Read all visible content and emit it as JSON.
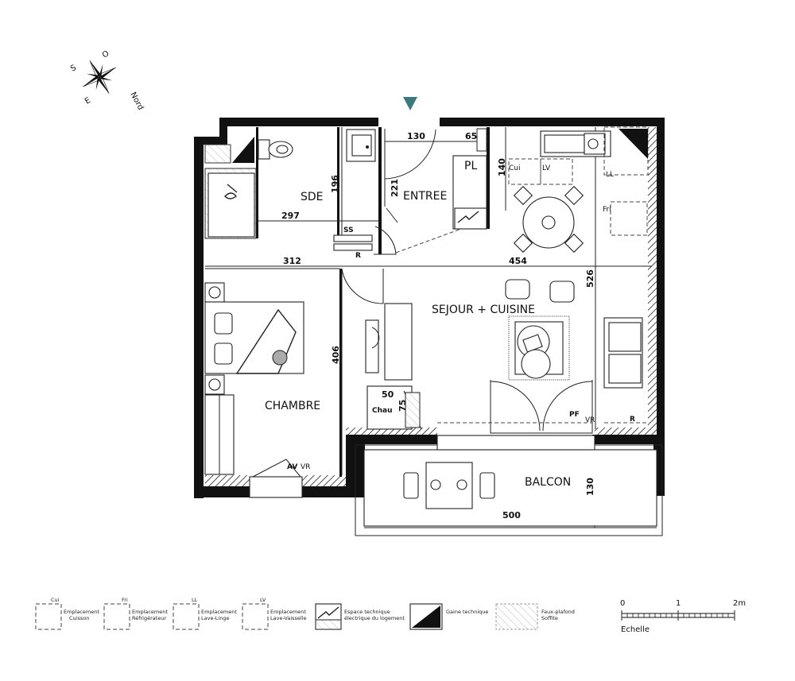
{
  "compass": {
    "n": "Nord",
    "s": "S",
    "e": "E",
    "o": "O"
  },
  "accent_color": "#3a7a7c",
  "rooms": {
    "sde": "SDE",
    "entree": "ENTREE",
    "pl": "PL",
    "sejour": "SEJOUR + CUISINE",
    "chambre": "CHAMBRE",
    "balcon": "BALCON"
  },
  "dimensions": {
    "d130_top": "130",
    "d65": "65",
    "d196": "196",
    "d221": "221",
    "d140": "140",
    "d297": "297",
    "d312": "312",
    "d454": "454",
    "d526": "526",
    "d406": "406",
    "d50": "50",
    "d75": "75",
    "d500": "500",
    "d130_balcon": "130"
  },
  "tags": {
    "cui": "Cui",
    "lv": "LV",
    "ll": "LL",
    "fri": "Fri",
    "ss": "SS",
    "r1": "R",
    "r2": "R",
    "pf": "PF",
    "vr1": "VR",
    "vr2": "VR",
    "av": "AV",
    "chau": "Chau"
  },
  "legend": [
    {
      "code": "Cui",
      "line1": "Emplacement",
      "line2": "Cuisson",
      "icon": "dashed-box-icon"
    },
    {
      "code": "Fri",
      "line1": "Emplacement",
      "line2": "Réfrigérateur",
      "icon": "dashed-box-icon"
    },
    {
      "code": "LL",
      "line1": "Emplacement",
      "line2": "Lave-Linge",
      "icon": "dashed-box-icon"
    },
    {
      "code": "LV",
      "line1": "Emplacement",
      "line2": "Lave-Vaisselle",
      "icon": "dashed-box-icon"
    },
    {
      "code": "",
      "line1": "Espace technique",
      "line2": "électrique du logement",
      "icon": "electric-space-icon"
    },
    {
      "code": "",
      "line1": "Gaine technique",
      "line2": "",
      "icon": "technical-duct-icon"
    },
    {
      "code": "",
      "line1": "Faux-plafond",
      "line2": "Soffite",
      "icon": "false-ceiling-icon"
    }
  ],
  "scale": {
    "t0": "0",
    "t1": "1",
    "t2": "2m",
    "label": "Echelle"
  }
}
